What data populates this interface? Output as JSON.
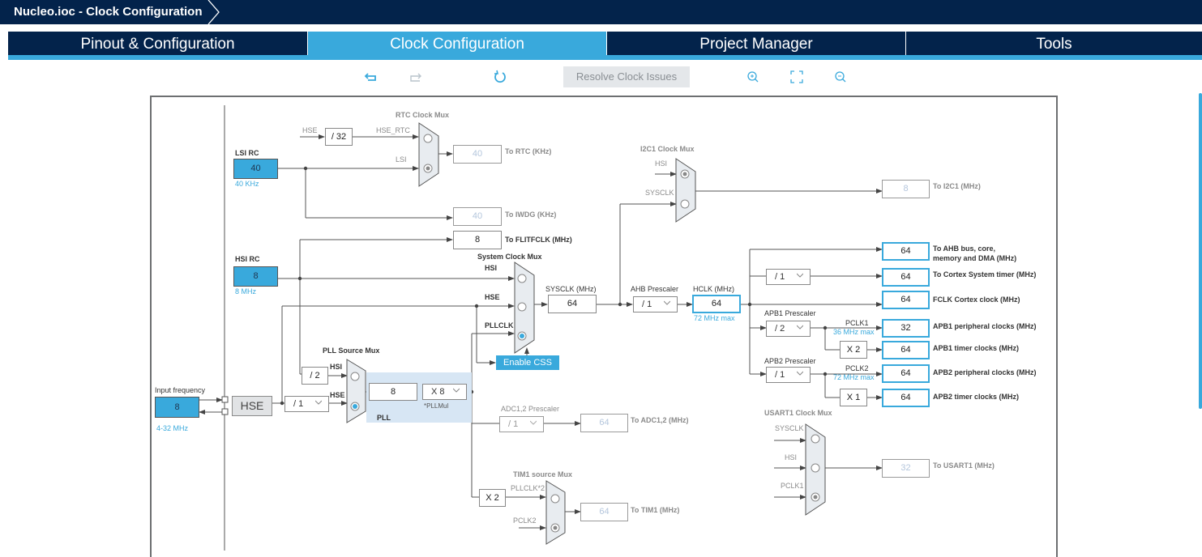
{
  "window": {
    "title": "Nucleo.ioc - Clock Configuration"
  },
  "tabs": [
    {
      "label": "Pinout & Configuration",
      "active": false
    },
    {
      "label": "Clock Configuration",
      "active": true
    },
    {
      "label": "Project Manager",
      "active": false
    },
    {
      "label": "Tools",
      "active": false
    }
  ],
  "toolbar": {
    "undo_icon": "undo-icon",
    "redo_icon": "redo-icon",
    "reset_icon": "refresh-icon",
    "resolve_label": "Resolve Clock Issues",
    "zoom_in_icon": "zoom-in-icon",
    "fit_icon": "fit-to-screen-icon",
    "zoom_out_icon": "zoom-out-icon"
  },
  "colors": {
    "navy": "#03234b",
    "accent": "#39a9dc",
    "disabled_text": "#b4c6dc"
  },
  "diagram": {
    "rtc_mux": {
      "title": "RTC Clock Mux",
      "in_hse": "HSE",
      "div": "/ 32",
      "in_hse_rtc": "HSE_RTC",
      "in_lsi": "LSI",
      "selected": "LSI",
      "out_value": "40",
      "out_label": "To RTC (KHz)"
    },
    "lsi": {
      "label": "LSI RC",
      "value": "40",
      "unit": "40 KHz"
    },
    "iwdg": {
      "value": "40",
      "label": "To IWDG (KHz)"
    },
    "flitf": {
      "value": "8",
      "label": "To FLITFCLK (MHz)"
    },
    "hsi": {
      "label": "HSI RC",
      "value": "8",
      "unit": "8 MHz"
    },
    "input": {
      "label": "Input frequency",
      "value": "8",
      "range": "4-32 MHz",
      "hse_label": "HSE"
    },
    "pll_src_mux": {
      "title": "PLL Source Mux",
      "hsi_div": "/ 2",
      "in_hsi": "HSI",
      "in_hse": "HSE",
      "selected": "HSE",
      "hse_prediv": "/ 1"
    },
    "pll": {
      "label": "PLL",
      "value": "8",
      "mul": "X 8",
      "mul_label": "*PLLMul"
    },
    "sys_mux": {
      "title": "System Clock Mux",
      "in_hsi": "HSI",
      "in_hse": "HSE",
      "in_pll": "PLLCLK",
      "selected": "PLLCLK",
      "css_label": "Enable CSS"
    },
    "sysclk": {
      "label": "SYSCLK (MHz)",
      "value": "64"
    },
    "ahb": {
      "label": "AHB Prescaler",
      "value": "/ 1"
    },
    "hclk": {
      "label": "HCLK (MHz)",
      "value": "64",
      "max": "72 MHz max"
    },
    "i2c1_mux": {
      "title": "I2C1 Clock Mux",
      "in_hsi": "HSI",
      "in_sysclk": "SYSCLK",
      "selected": "HSI",
      "out_value": "8",
      "out_label": "To I2C1 (MHz)"
    },
    "outputs": {
      "ahb_bus": {
        "value": "64",
        "label": "To AHB bus, core,",
        "label2": "memory and DMA (MHz)"
      },
      "cortex_div": "/ 1",
      "cortex_timer": {
        "value": "64",
        "label": "To Cortex System timer (MHz)"
      },
      "fclk": {
        "value": "64",
        "label": "FCLK Cortex clock (MHz)"
      },
      "apb1_prescaler": {
        "label": "APB1 Prescaler",
        "value": "/ 2"
      },
      "pclk1": {
        "label": "PCLK1",
        "max": "36 MHz max"
      },
      "apb1_periph": {
        "value": "32",
        "label": "APB1 peripheral clocks (MHz)"
      },
      "apb1_timer_mul": "X 2",
      "apb1_timer": {
        "value": "64",
        "label": "APB1 timer clocks (MHz)"
      },
      "apb2_prescaler": {
        "label": "APB2 Prescaler",
        "value": "/ 1"
      },
      "pclk2": {
        "label": "PCLK2",
        "max": "72 MHz max"
      },
      "apb2_periph": {
        "value": "64",
        "label": "APB2 peripheral clocks (MHz)"
      },
      "apb2_timer_mul": "X 1",
      "apb2_timer": {
        "value": "64",
        "label": "APB2 timer clocks (MHz)"
      }
    },
    "adc": {
      "label": "ADC1,2 Prescaler",
      "value": "/ 1",
      "out_value": "64",
      "out_label": "To ADC1,2 (MHz)"
    },
    "tim1_mux": {
      "title": "TIM1 source Mux",
      "mul": "X 2",
      "in_pll2": "PLLCLK*2",
      "in_pclk2": "PCLK2",
      "selected": "PCLK2",
      "out_value": "64",
      "out_label": "To TIM1 (MHz)"
    },
    "usart1_mux": {
      "title": "USART1 Clock Mux",
      "in_sysclk": "SYSCLK",
      "in_hsi": "HSI",
      "in_pclk1": "PCLK1",
      "selected": "PCLK1",
      "out_value": "32",
      "out_label": "To USART1 (MHz)"
    }
  }
}
